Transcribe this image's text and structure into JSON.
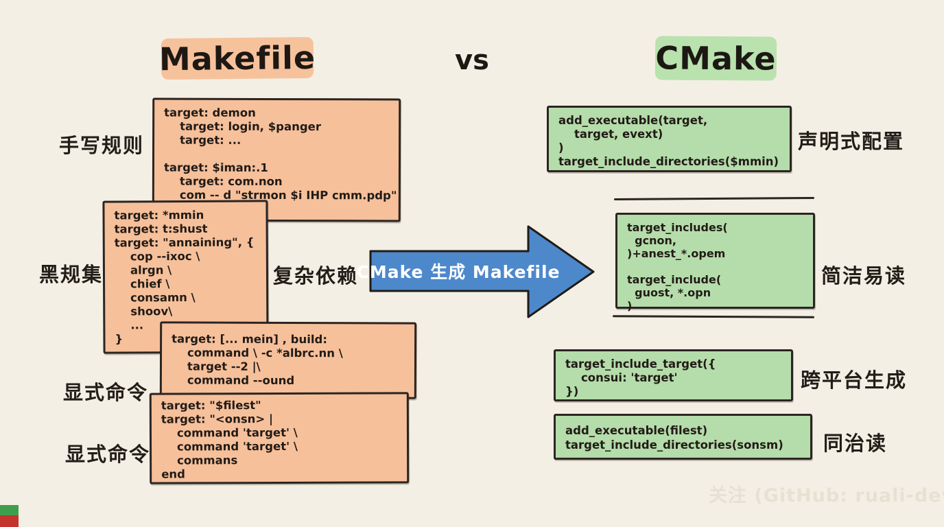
{
  "page": {
    "watermark": "关注 (GitHub: ruali-dev)"
  },
  "header": {
    "makefile_title": "Makefile",
    "vs_label": "vs",
    "cmake_title": "CMake"
  },
  "colors": {
    "background": "#f4efe4",
    "makefile_box_fill": "#f6c09b",
    "makefile_highlight": "#f6c29c",
    "cmake_box_fill": "#b5dcab",
    "cmake_highlight": "#b9e2ae",
    "arrow_blue": "#4d88cb",
    "ink": "#2b2522",
    "chip_green": "#3f9e4d",
    "chip_red": "#c4342e"
  },
  "arrow": {
    "label": "CMake 生成 Makefile"
  },
  "makefile_column": {
    "boxes": [
      {
        "code": "target: demon\n    target: login, $panger\n    target: ...\n\ntarget: $iman:.1\n    target: com.non\n    com -- d \"strmon $i IHP cmm.pdp\""
      },
      {
        "code": "target: *mmin\ntarget: t:shust\ntarget: \"annaining\", {\n    cop --ixoc \\\n    alrgn \\\n    chief \\\n    consamn \\\n    shoov\\\n    ...\n}"
      },
      {
        "code": "target: [... mein] , build:\n    command \\ -c *albrc.nn \\\n    target --2 |\\\n    command --ound"
      },
      {
        "code": "target: \"$filest\"\ntarget: \"<onsn> |\n    command 'target' \\\n    command 'target' \\\n    commans\nend"
      }
    ],
    "labels": [
      {
        "text": "手写规则"
      },
      {
        "text": "黑规集"
      },
      {
        "text": "复杂依赖"
      },
      {
        "text": "显式命令"
      },
      {
        "text": "显式命令"
      }
    ]
  },
  "cmake_column": {
    "boxes": [
      {
        "code": "add_executable(target,\n    target, evext)\n)\ntarget_include_directories($mmin)"
      },
      {
        "code": "target_includes(\n  gcnon,\n)+anest_*.opem\n\ntarget_include(\n  guost, *.opn\n)"
      },
      {
        "code": "target_include_target({\n    consui: 'target'\n})"
      },
      {
        "code": "add_executable(filest)\ntarget_include_directories(sonsm)"
      }
    ],
    "labels": [
      {
        "text": "声明式配置"
      },
      {
        "text": "简洁易读"
      },
      {
        "text": "跨平台生成"
      },
      {
        "text": "同治读"
      }
    ]
  }
}
